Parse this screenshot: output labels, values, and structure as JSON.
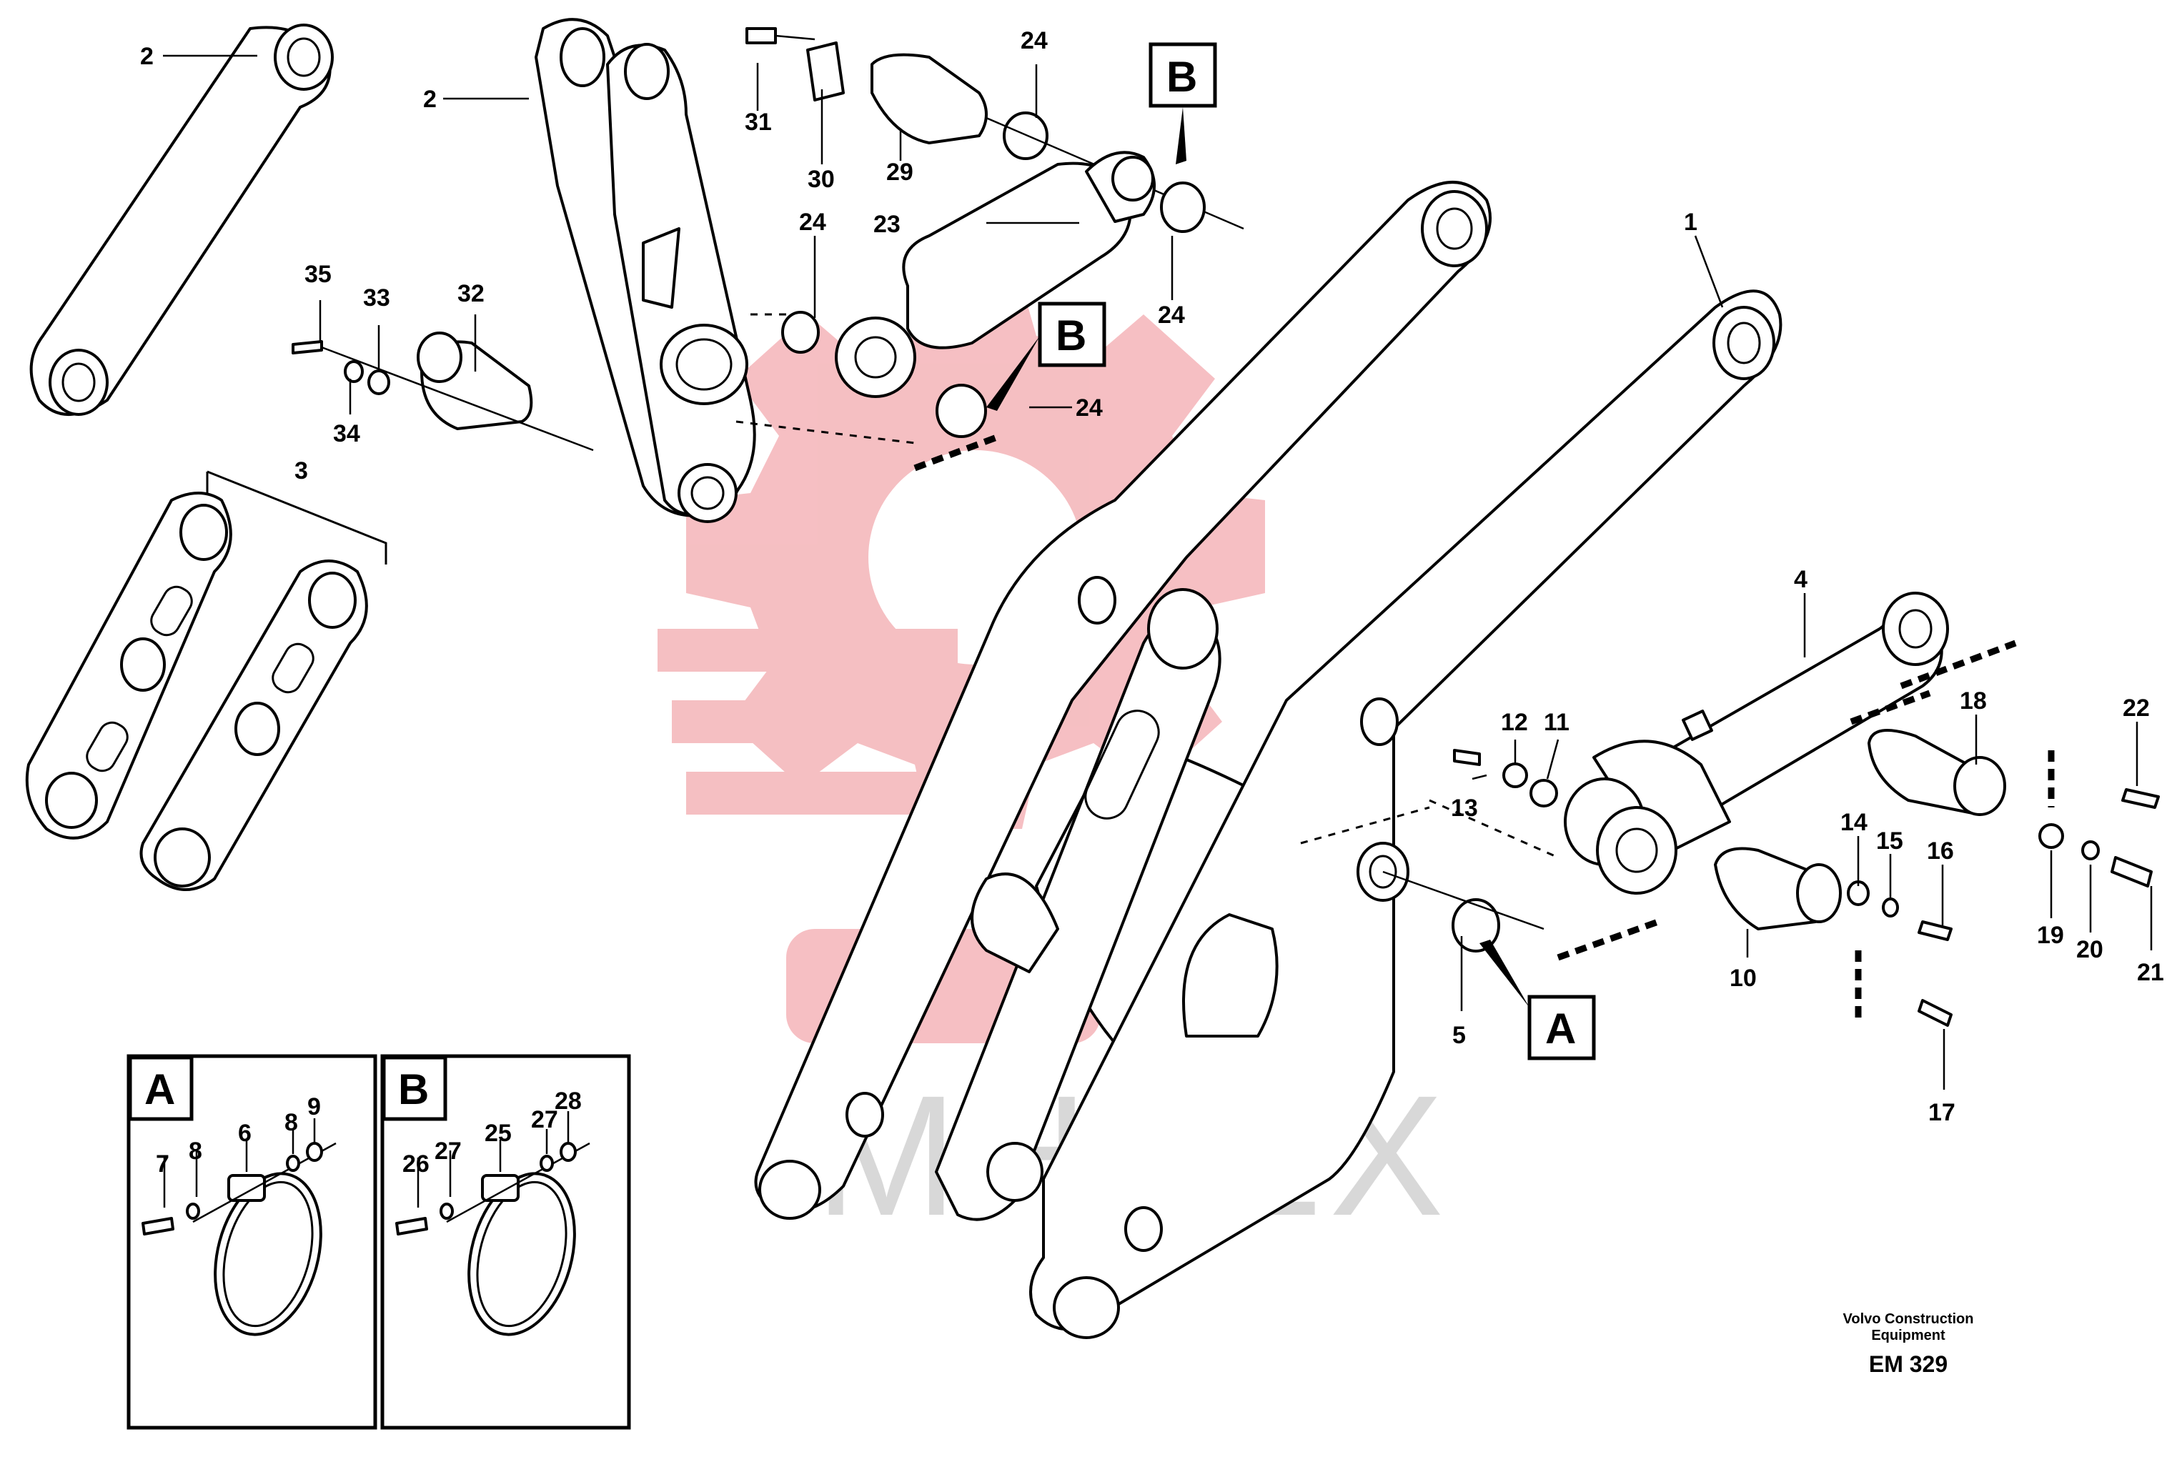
{
  "watermark": {
    "text": "MHTEX",
    "gear_color": "#f4b4b8",
    "text_color": "#d8d8d8"
  },
  "callouts": {
    "c1": "1",
    "c2a": "2",
    "c2b": "2",
    "c3": "3",
    "c4": "4",
    "c5": "5",
    "c10": "10",
    "c11": "11",
    "c12": "12",
    "c13": "13",
    "c14": "14",
    "c15": "15",
    "c16": "16",
    "c17": "17",
    "c18": "18",
    "c19": "19",
    "c20": "20",
    "c21": "21",
    "c22": "22",
    "c23": "23",
    "c24a": "24",
    "c24b": "24",
    "c24c": "24",
    "c24d": "24",
    "c29": "29",
    "c30": "30",
    "c31": "31",
    "c32": "32",
    "c33": "33",
    "c34": "34",
    "c35": "35"
  },
  "markers": {
    "a": "A",
    "b_top": "B",
    "b_mid": "B"
  },
  "detail_a": {
    "title": "A",
    "labels": {
      "p6": "6",
      "p7": "7",
      "p8a": "8",
      "p8b": "8",
      "p9": "9"
    }
  },
  "detail_b": {
    "title": "B",
    "labels": {
      "p25": "25",
      "p26": "26",
      "p27a": "27",
      "p27b": "27",
      "p28": "28"
    }
  },
  "credit": {
    "line1": "Volvo Construction",
    "line2": "Equipment",
    "code": "EM 329"
  }
}
